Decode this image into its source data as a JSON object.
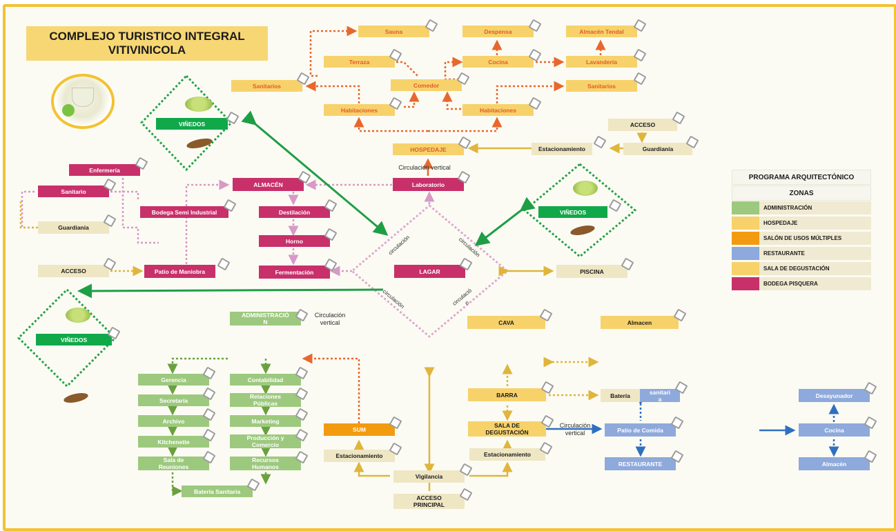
{
  "title": {
    "line1": "COMPLEJO TURISTICO INTEGRAL",
    "line2": "VITIVINICOLA"
  },
  "hospedaje": {
    "sauna": "Sauna",
    "despensa": "Despensa",
    "almacen_tendal": "Almacén Tendal",
    "terraza": "Terraza",
    "cocina": "Cocina",
    "lavanderia": "Lavandería",
    "sanitarios_left": "Sanitarios",
    "comedor": "Comedor",
    "sanitarios_right": "Sanitarios",
    "habitaciones_left": "Habitaciones",
    "habitaciones_right": "Habitaciones",
    "hospedaje": "HOSPEDAJE",
    "circulacion_vertical": "Circulación vertical"
  },
  "acceso_top": {
    "acceso": "ACCESO",
    "guardiania": "Guardianía",
    "estacionamiento": "Estacionamiento"
  },
  "bodega": {
    "enfermeria": "Enfermería",
    "sanitario": "Sanitario",
    "guardiania": "Guardianía",
    "acceso": "ACCESO",
    "bodega_semi": "Bodega Semi Industrial",
    "almacen": "ALMACÉN",
    "destilacion": "Destilación",
    "horno": "Horno",
    "fermentacion": "Fermentación",
    "patio_maniobra": "Patio de Maniobra",
    "laboratorio": "Laboratorio",
    "lagar": "LAGAR",
    "circ1": "circulación",
    "circ2": "circulación",
    "circ3": "circulación",
    "circ4_a": "circulació",
    "circ4_b": "n"
  },
  "vinedos": {
    "label": "VIÑEDOS"
  },
  "salas": {
    "piscina": "PISCINA",
    "cava": "CAVA",
    "almacen": "Almacen"
  },
  "admin": {
    "administracion_a": "ADMINISTRACIÓ",
    "administracion_b": "N",
    "circ_vertical_a": "Circulación",
    "circ_vertical_b": "vertical",
    "gerencia": "Gerencia",
    "secretaria": "Secretaría",
    "archivo": "Archivo",
    "kitchenette": "Kitchenette",
    "sala_reuniones_a": "Sala de",
    "sala_reuniones_b": "Reuniones",
    "contabilidad": "Contabilidad",
    "relaciones_a": "Relaciones",
    "relaciones_b": "Públicas",
    "marketing": "Marketing",
    "produccion_a": "Producción y",
    "produccion_b": "Comercio",
    "rrhh_a": "Recursos",
    "rrhh_b": "Humanos",
    "bateria": "Batería Sanitaria"
  },
  "sum": {
    "sum": "SUM",
    "estacionamiento": "Estacionamiento"
  },
  "acceso_principal": {
    "vigilancia": "Vigilancia",
    "acceso_a": "ACCESO",
    "acceso_b": "PRINCIPAL"
  },
  "degustacion": {
    "barra": "BARRA",
    "sala_a": "SALA DE",
    "sala_b": "DEGUSTACIÓN",
    "estacionamiento": "Estacionamiento",
    "circ_a": "Circulación",
    "circ_b": "vertical"
  },
  "restaurante": {
    "bateria": "Batería",
    "sanitaria_a": "sanitari",
    "sanitaria_b": "a",
    "patio_comida": "Patio de Comida",
    "restaurante": "RESTAURANTE",
    "desayunador": "Desayunador",
    "cocina": "Cocina",
    "almacen": "Almacén"
  },
  "legend": {
    "title": "PROGRAMA ARQUITECTÓNICO",
    "subtitle": "ZONAS",
    "items": [
      {
        "label": "ADMINISTRACIÓN",
        "color": "#9dc97e"
      },
      {
        "label": "HOSPEDAJE",
        "color": "#f7d26b"
      },
      {
        "label": "SALÓN DE USOS MÚLTIPLES",
        "color": "#f39b10"
      },
      {
        "label": "RESTAURANTE",
        "color": "#8ea9db"
      },
      {
        "label": "SALA DE DEGUSTACIÓN",
        "color": "#f7d26b"
      },
      {
        "label": "BODEGA PISQUERA",
        "color": "#c8306a"
      }
    ]
  }
}
